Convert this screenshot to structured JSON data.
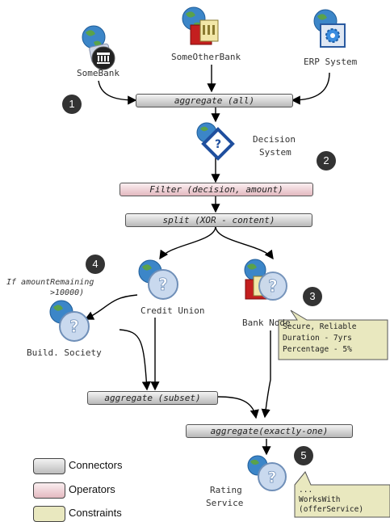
{
  "nodes": {
    "some_bank": "SomeBank",
    "some_other_bank": "SomeOtherBank",
    "erp_system": "ERP System",
    "decision_system_line1": "Decision",
    "decision_system_line2": "System",
    "credit_union": "Credit Union",
    "bank_node": "Bank Node",
    "build_society": "Build. Society",
    "rating_service_line1": "Rating",
    "rating_service_line2": "Service"
  },
  "boxes": {
    "aggregate_all": "aggregate (all)",
    "filter": "Filter (decision, amount)",
    "split": "split (XOR - content)",
    "aggregate_subset": "aggregate (subset)",
    "aggregate_exactly_one": "aggregate(exactly-one)"
  },
  "condition": {
    "line1": "If amountRemaining",
    "line2": ">10000)"
  },
  "notes": {
    "bank_constraint": [
      "Secure, Reliable",
      "Duration - 7yrs",
      "Percentage - 5%"
    ],
    "rating_constraint": [
      "...",
      "WorksWith",
      "(offerService)"
    ]
  },
  "steps": [
    "1",
    "2",
    "3",
    "4",
    "5"
  ],
  "legend": {
    "connectors": "Connectors",
    "operators": "Operators",
    "constraints": "Constraints"
  },
  "colors": {
    "connector": "#c4c4c4",
    "operator": "#e6bcc3",
    "constraint": "#e9e8bf"
  }
}
